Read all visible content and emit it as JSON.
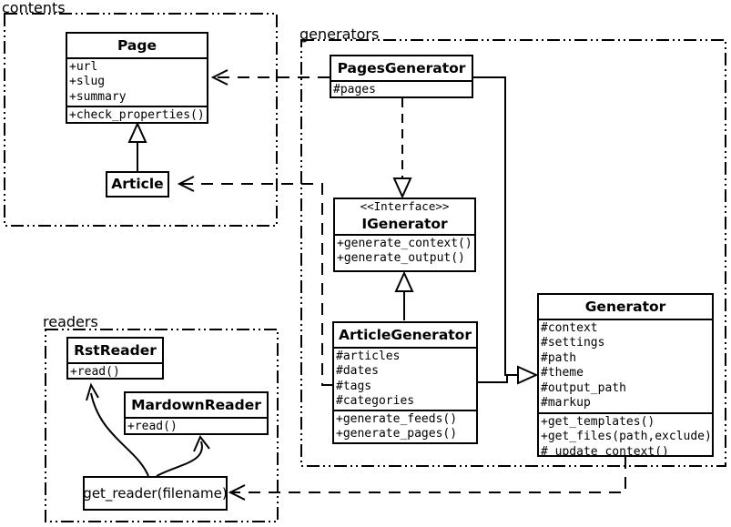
{
  "packages": {
    "contents": {
      "label": "contents"
    },
    "generators": {
      "label": "generators"
    },
    "readers": {
      "label": "readers"
    }
  },
  "classes": {
    "page": {
      "name": "Page",
      "attributes": [
        "+url",
        "+slug",
        "+summary"
      ],
      "methods": [
        "+check_properties()"
      ]
    },
    "article": {
      "name": "Article"
    },
    "pages_generator": {
      "name": "PagesGenerator",
      "attributes": [
        "#pages"
      ]
    },
    "igenerator": {
      "stereotype": "<<Interface>>",
      "name": "IGenerator",
      "methods": [
        "+generate_context()",
        "+generate_output()"
      ]
    },
    "article_generator": {
      "name": "ArticleGenerator",
      "attributes": [
        "#articles",
        "#dates",
        "#tags",
        "#categories"
      ],
      "methods": [
        "+generate_feeds()",
        "+generate_pages()"
      ]
    },
    "generator": {
      "name": "Generator",
      "attributes": [
        "#context",
        "#settings",
        "#path",
        "#theme",
        "#output_path",
        "#markup"
      ],
      "methods": [
        "+get_templates()",
        "+get_files(path,exclude)",
        "#_update_context()"
      ]
    },
    "rst_reader": {
      "name": "RstReader",
      "methods": [
        "+read()"
      ]
    },
    "mardown_reader": {
      "name": "MardownReader",
      "methods": [
        "+read()"
      ]
    },
    "get_reader": {
      "name": "get_reader(filename)"
    }
  },
  "relationships": [
    {
      "from": "Article",
      "to": "Page",
      "type": "generalization"
    },
    {
      "from": "PagesGenerator",
      "to": "Page",
      "type": "dependency"
    },
    {
      "from": "ArticleGenerator",
      "to": "Article",
      "type": "dependency"
    },
    {
      "from": "PagesGenerator",
      "to": "IGenerator",
      "type": "realization"
    },
    {
      "from": "ArticleGenerator",
      "to": "IGenerator",
      "type": "generalization"
    },
    {
      "from": "PagesGenerator",
      "to": "Generator",
      "type": "generalization"
    },
    {
      "from": "ArticleGenerator",
      "to": "Generator",
      "type": "generalization"
    },
    {
      "from": "Generator",
      "to": "get_reader(filename)",
      "type": "dependency"
    },
    {
      "from": "get_reader(filename)",
      "to": "RstReader",
      "type": "arrow"
    },
    {
      "from": "get_reader(filename)",
      "to": "MardownReader",
      "type": "arrow"
    }
  ],
  "colors": {
    "stroke": "#000000",
    "background": "#ffffff"
  }
}
